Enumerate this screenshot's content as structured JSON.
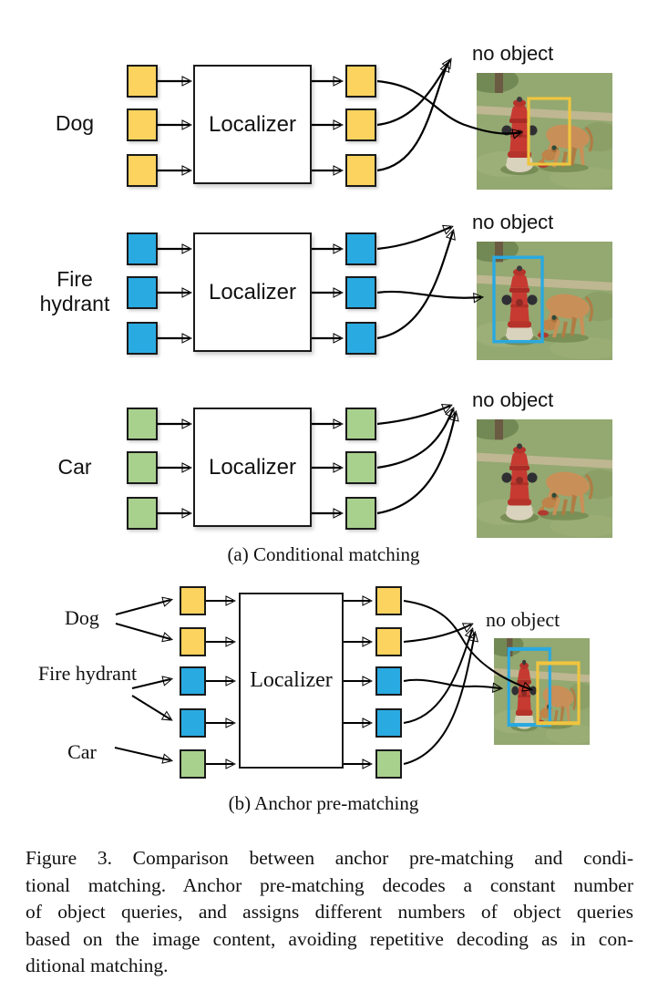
{
  "colors": {
    "query-yellow": "#FBD35E",
    "query-blue": "#29ABE2",
    "query-green": "#A9D18E",
    "box-border": "#1a1a1a",
    "bbox-yellow": "#EFC53F",
    "bbox-blue": "#2AA9E0",
    "arrow": "#000000"
  },
  "panel_a": {
    "caption": "(a) Conditional matching",
    "localizer_label": "Localizer",
    "no_object_label": "no object",
    "rows": [
      {
        "label": "Dog",
        "query_color": "yellow",
        "num_queries": 3,
        "outputs": [
          "dog box in image",
          "no object",
          "no object"
        ]
      },
      {
        "label": "Fire hydrant",
        "query_color": "blue",
        "num_queries": 3,
        "outputs": [
          "no object",
          "fire hydrant box in image",
          "no object"
        ]
      },
      {
        "label": "Car",
        "query_color": "green",
        "num_queries": 3,
        "outputs": [
          "no object",
          "no object",
          "no object"
        ]
      }
    ]
  },
  "panel_b": {
    "caption": "(b) Anchor pre-matching",
    "localizer_label": "Localizer",
    "no_object_label": "no object",
    "groups": [
      {
        "label": "Dog",
        "query_color": "yellow",
        "num_queries": 2,
        "outputs": [
          "dog box in image",
          "no object"
        ]
      },
      {
        "label": "Fire hydrant",
        "query_color": "blue",
        "num_queries": 2,
        "outputs": [
          "fire hydrant box in image",
          "no object"
        ]
      },
      {
        "label": "Car",
        "query_color": "green",
        "num_queries": 1,
        "outputs": [
          "no object"
        ]
      }
    ]
  },
  "photo": {
    "description": "Park scene: red fire hydrant on grass with a tan dog sniffing the ground beside it"
  },
  "figure_caption": {
    "lines": [
      "Figure 3.  Comparison between anchor pre-matching and condi-",
      "tional matching. Anchor pre-matching decodes a constant number",
      "of object queries, and assigns different numbers of object queries",
      "based on the image content, avoiding repetitive decoding as in con-",
      "ditional matching."
    ]
  }
}
